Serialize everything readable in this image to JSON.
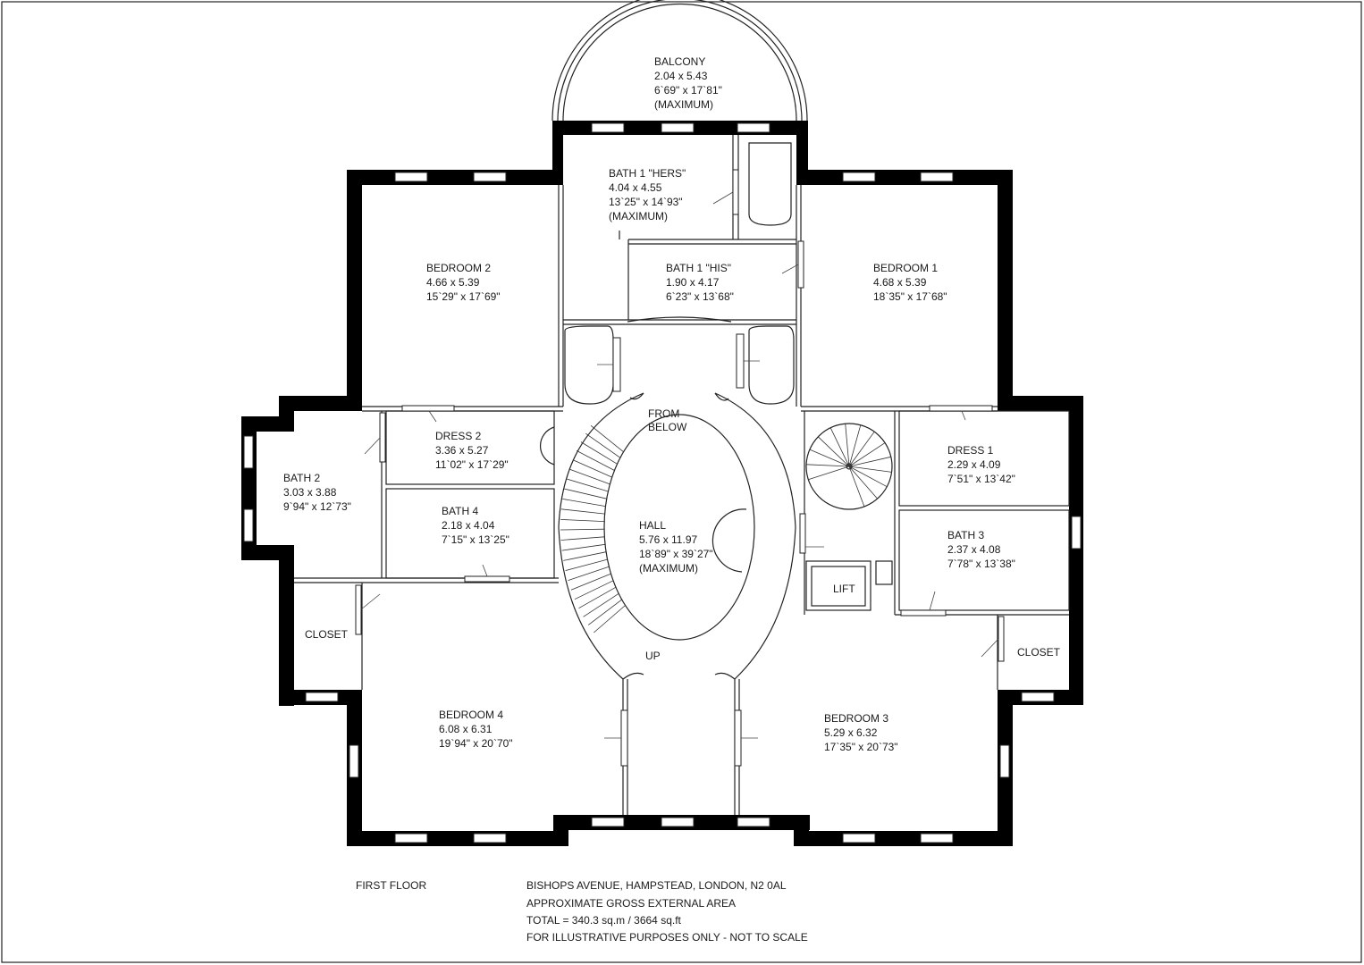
{
  "rooms": {
    "balcony": {
      "name": "BALCONY",
      "dims": "2.04 x 5.43",
      "imperial": "6`69\" x 17`81\"",
      "note": "(MAXIMUM)"
    },
    "bath1_hers": {
      "name": "BATH 1 \"HERS\"",
      "dims": "4.04 x 4.55",
      "imperial": "13`25\" x 14`93\"",
      "note": "(MAXIMUM)"
    },
    "bath1_his": {
      "name": "BATH 1 \"HIS\"",
      "dims": "1.90 x 4.17",
      "imperial": "6`23\" x 13`68\""
    },
    "bedroom2": {
      "name": "BEDROOM 2",
      "dims": "4.66 x 5.39",
      "imperial": "15`29\" x 17`69\""
    },
    "bedroom1": {
      "name": "BEDROOM 1",
      "dims": "4.68 x 5.39",
      "imperial": "18`35\" x 17`68\""
    },
    "dress2": {
      "name": "DRESS 2",
      "dims": "3.36 x 5.27",
      "imperial": "11`02\" x 17`29\""
    },
    "bath2": {
      "name": "BATH 2",
      "dims": "3.03 x 3.88",
      "imperial": "9`94\" x 12`73\""
    },
    "bath4": {
      "name": "BATH 4",
      "dims": "2.18 x 4.04",
      "imperial": "7`15\" x 13`25\""
    },
    "hall": {
      "name": "HALL",
      "dims": "5.76 x 11.97",
      "imperial": "18`89\" x 39`27\"",
      "note": "(MAXIMUM)"
    },
    "dress1": {
      "name": "DRESS 1",
      "dims": "2.29 x 4.09",
      "imperial": "7`51\" x 13`42\""
    },
    "bath3": {
      "name": "BATH 3",
      "dims": "2.37 x 4.08",
      "imperial": "7`78\" x 13`38\""
    },
    "bedroom4": {
      "name": "BEDROOM 4",
      "dims": "6.08 x 6.31",
      "imperial": "19`94\" x 20`70\""
    },
    "bedroom3": {
      "name": "BEDROOM 3",
      "dims": "5.29 x 6.32",
      "imperial": "17`35\" x 20`73\""
    },
    "closet_left": {
      "name": "CLOSET"
    },
    "closet_right": {
      "name": "CLOSET"
    },
    "lift": {
      "name": "LIFT"
    }
  },
  "stairs": {
    "from_below_line1": "FROM",
    "from_below_line2": "BELOW",
    "up": "UP"
  },
  "footer": {
    "floor": "FIRST FLOOR",
    "address": "BISHOPS AVENUE, HAMPSTEAD, LONDON, N2 0AL",
    "area_title": "APPROXIMATE GROSS EXTERNAL AREA",
    "total": "TOTAL = 340.3 sq.m / 3664 sq.ft",
    "disclaimer": "FOR ILLUSTRATIVE PURPOSES ONLY - NOT TO SCALE"
  }
}
